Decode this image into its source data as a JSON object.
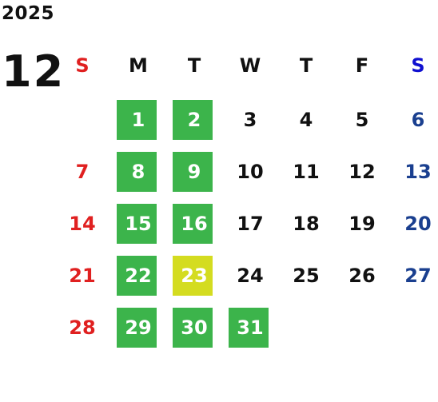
{
  "calendar": {
    "year": "2025",
    "month": "12",
    "weekdays": [
      "S",
      "M",
      "T",
      "W",
      "T",
      "F",
      "S"
    ],
    "weeks": [
      [
        null,
        "1",
        "2",
        "3",
        "4",
        "5",
        "6"
      ],
      [
        "7",
        "8",
        "9",
        "10",
        "11",
        "12",
        "13"
      ],
      [
        "14",
        "15",
        "16",
        "17",
        "18",
        "19",
        "20"
      ],
      [
        "21",
        "22",
        "23",
        "24",
        "25",
        "26",
        "27"
      ],
      [
        "28",
        "29",
        "30",
        "31",
        null,
        null,
        null
      ]
    ],
    "highlighted_days": [
      "1",
      "2",
      "8",
      "9",
      "15",
      "16",
      "22",
      "29",
      "30",
      "31"
    ],
    "today": "23"
  },
  "colors": {
    "sunday": "#e02020",
    "saturday_header": "#1010d0",
    "saturday": "#1a3f8f",
    "weekday": "#111111",
    "highlight": "#3cb44b",
    "today": "#d4dc20"
  }
}
